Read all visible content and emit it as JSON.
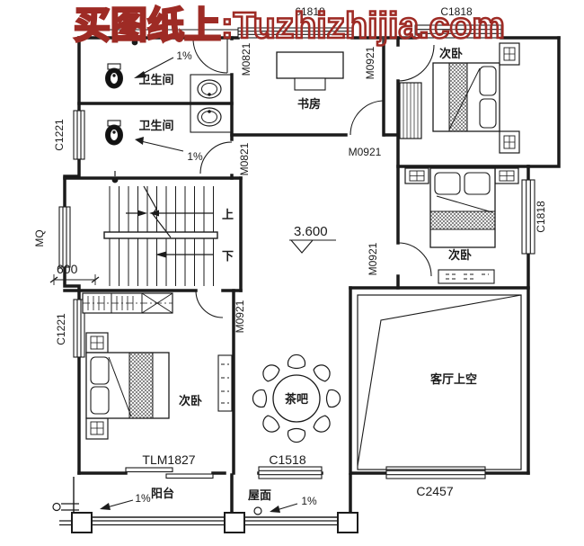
{
  "watermark": {
    "text": "买图纸上:Tuzhizhijia.com",
    "color": "#9e2b25"
  },
  "labels": {
    "windows": {
      "top_left": "61818",
      "top_right": "C1818",
      "right": "C1818",
      "left_upper": "C1221",
      "left_mq": "MQ",
      "left_lower": "C1221",
      "bottom_tea": "C1518",
      "bottom_living": "C2457"
    },
    "doors": {
      "bath1": "M0821",
      "bath2": "M0821",
      "bed_top": "M0921",
      "study": "M0921",
      "bed_mid": "M0921",
      "tea": "M0921",
      "sliding": "TLM1827"
    },
    "rooms": {
      "bath1": "卫生间",
      "bath2": "卫生间",
      "study": "书房",
      "bed_top": "次卧",
      "bed_mid": "次卧",
      "bed_bottom": "次卧",
      "tea": "茶吧",
      "living": "客厅上空",
      "balcony": "阳台",
      "roof": "屋面"
    },
    "annotations": {
      "elevation": "3.600",
      "up": "上",
      "down": "下",
      "dim600": "600",
      "slope_bath1": "1%",
      "slope_bath2": "1%",
      "slope_balcony": "1%",
      "slope_roof": "1%"
    }
  }
}
